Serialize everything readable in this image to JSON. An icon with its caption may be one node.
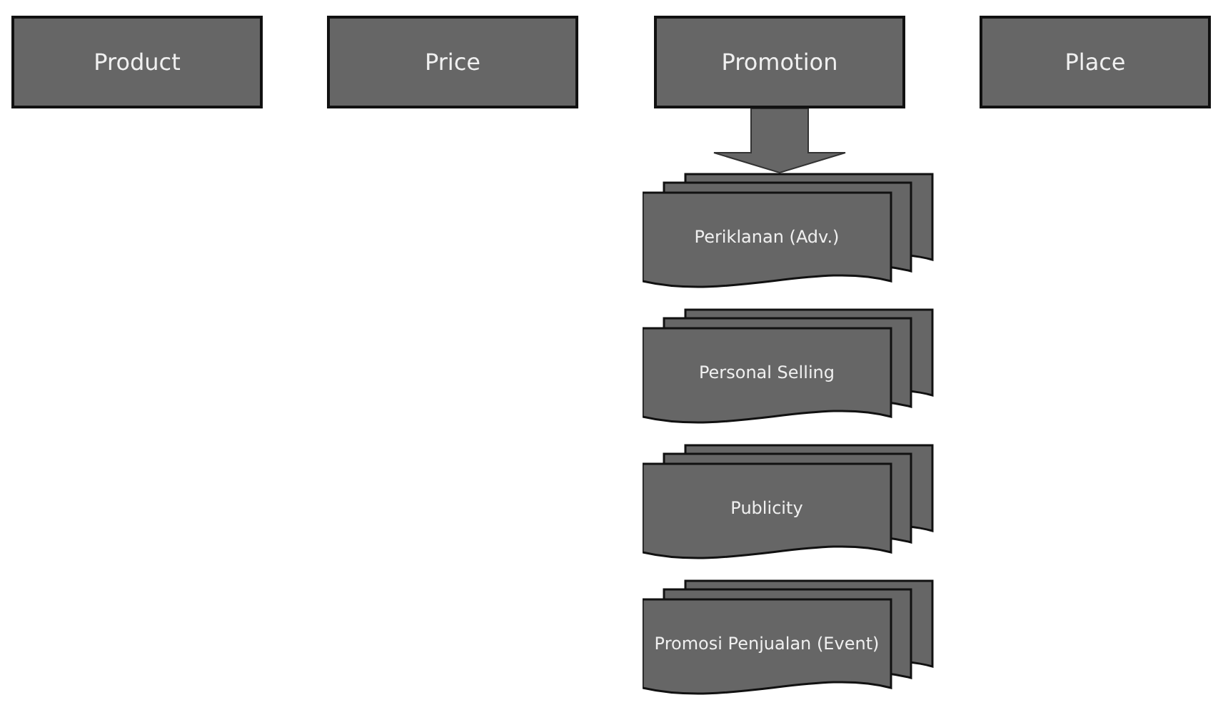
{
  "diagram": {
    "nodes": [
      {
        "text": [
          "Product"
        ]
      },
      {
        "text": [
          "Price"
        ]
      },
      {
        "text": [
          "Promotion"
        ]
      },
      {
        "text": [
          "Place"
        ]
      },
      {
        "text": [
          "Periklanan (Adv.)"
        ]
      },
      {
        "text": [
          "Personal Selling"
        ]
      },
      {
        "text": [
          "Publicity"
        ]
      },
      {
        "text": [
          "Promosi Penjualan (Event)"
        ]
      }
    ],
    "edges": [
      {
        "from": 2,
        "to": 4,
        "arrow": "to",
        "style": "thick"
      }
    ]
  }
}
